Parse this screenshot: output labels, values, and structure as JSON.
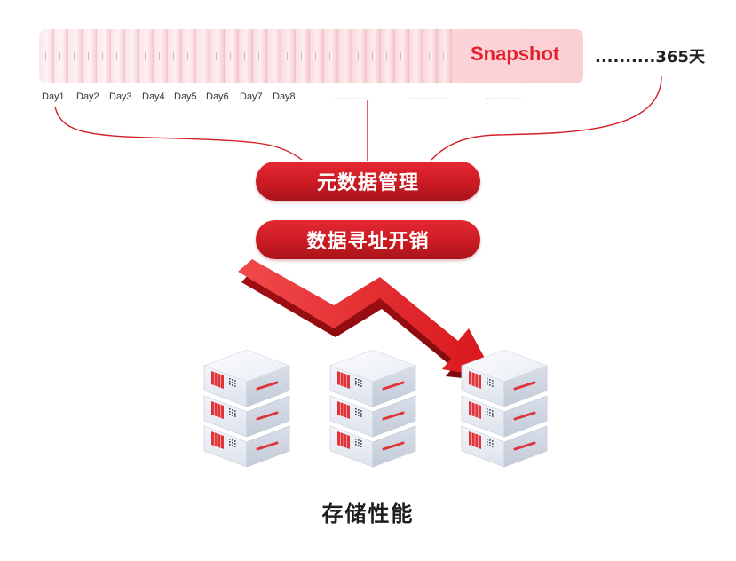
{
  "timeline": {
    "snapshot_label": "Snapshot",
    "end_label": "..........365天",
    "day_labels": [
      "Day1",
      "Day2",
      "Day3",
      "Day4",
      "Day5",
      "Day6",
      "Day7",
      "Day8"
    ],
    "placeholders": [
      "...................",
      "...................",
      "..................."
    ]
  },
  "overheads": {
    "metadata_management": "元数据管理",
    "data_addressing_overhead": "数据寻址开销"
  },
  "storage": {
    "caption": "存储性能",
    "server_stacks": [
      {
        "units": 3
      },
      {
        "units": 3
      },
      {
        "units": 3
      }
    ]
  },
  "colors": {
    "accent_red": "#e3202b",
    "pill_red": "#d11f28",
    "timeline_pink": "#fbd6da",
    "server_body": "#e8ecf3",
    "text_dark": "#1e1e1e"
  },
  "icons": {
    "trend_arrow": "down-trend-arrow-icon",
    "server": "server-icon"
  }
}
